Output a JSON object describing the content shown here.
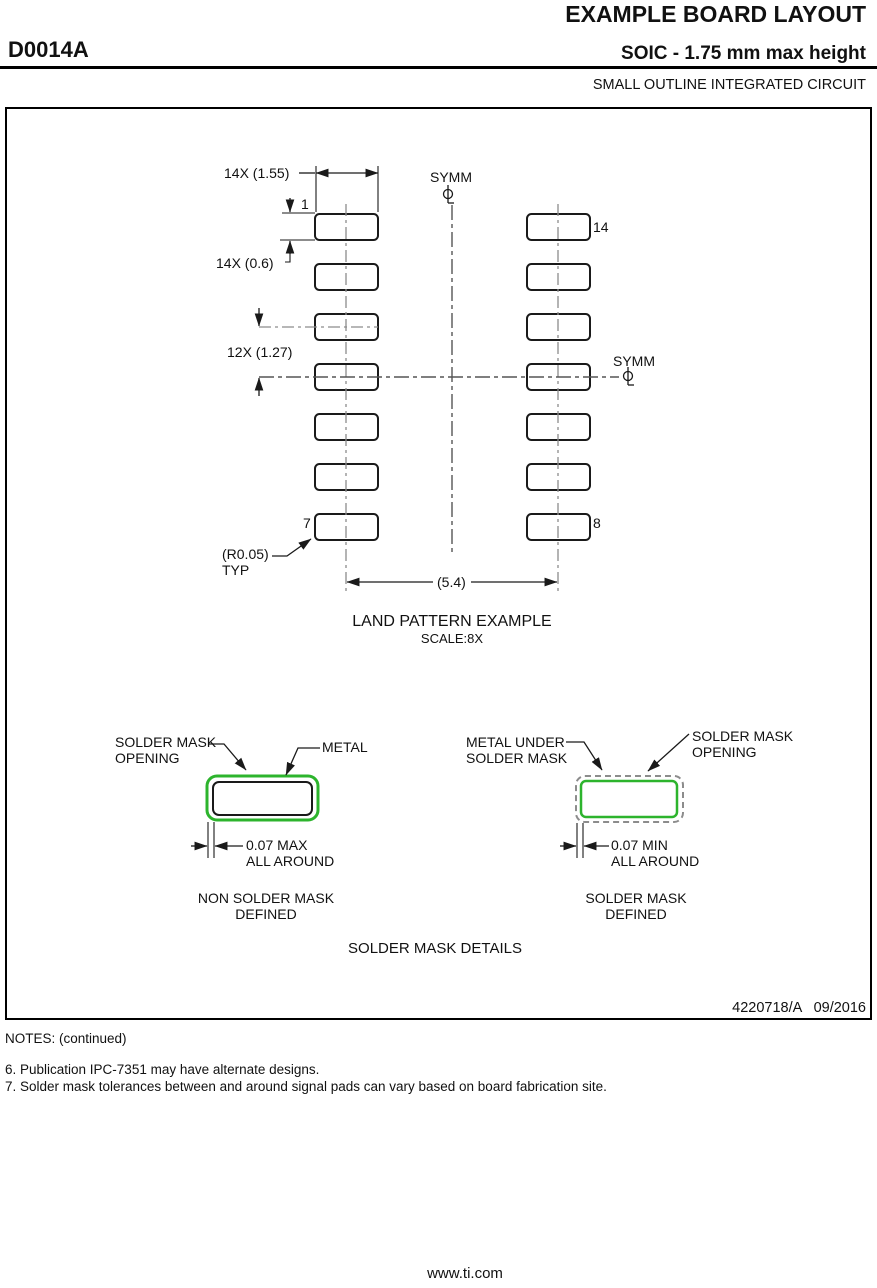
{
  "header": {
    "title": "EXAMPLE BOARD LAYOUT",
    "part_number": "D0014A",
    "package": "SOIC - 1.75 mm max height",
    "subtitle": "SMALL OUTLINE INTEGRATED CIRCUIT"
  },
  "land_pattern": {
    "dim_pad_width": "14X (1.55)",
    "dim_pad_height": "14X (0.6)",
    "dim_pitch": "12X (1.27)",
    "dim_span": "(5.4)",
    "radius_note_line1": "(R0.05)",
    "radius_note_line2": "TYP",
    "pin1": "1",
    "pin7": "7",
    "pin8": "8",
    "pin14": "14",
    "symm_top": "SYMM",
    "symm_right": "SYMM",
    "caption": "LAND PATTERN EXAMPLE",
    "scale": "SCALE:8X"
  },
  "solder_mask": {
    "left": {
      "label_opening_line1": "SOLDER MASK",
      "label_opening_line2": "OPENING",
      "label_metal": "METAL",
      "dim_line1": "0.07 MAX",
      "dim_line2": "ALL AROUND",
      "caption_line1": "NON SOLDER MASK",
      "caption_line2": "DEFINED"
    },
    "right": {
      "label_metal_line1": "METAL UNDER",
      "label_metal_line2": "SOLDER MASK",
      "label_opening_line1": "SOLDER MASK",
      "label_opening_line2": "OPENING",
      "dim_line1": "0.07 MIN",
      "dim_line2": "ALL AROUND",
      "caption_line1": "SOLDER MASK",
      "caption_line2": "DEFINED"
    },
    "caption": "SOLDER MASK DETAILS"
  },
  "doc_number": "4220718/A   09/2016",
  "notes": {
    "heading": "NOTES: (continued)",
    "items": [
      "6. Publication IPC-7351 may have alternate designs.",
      "7. Solder mask tolerances between and around signal pads can vary based on board fabrication site."
    ]
  },
  "footer": {
    "url": "www.ti.com"
  },
  "colors": {
    "mask_green": "#2db42d",
    "centerline_gray": "#8c8c8c"
  }
}
